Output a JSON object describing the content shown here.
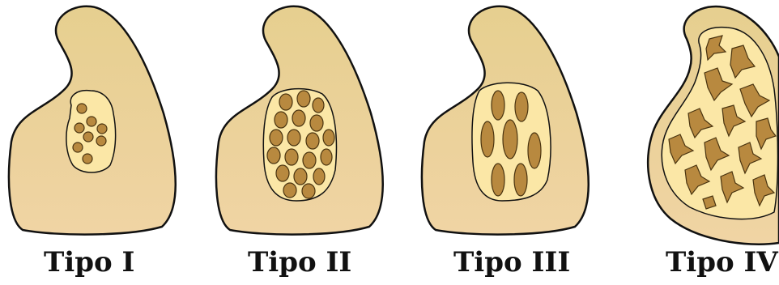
{
  "colors": {
    "background": "#ffffff",
    "outline": "#111111",
    "bone_top": "#e6cf8f",
    "bone_bottom": "#f0d4a4",
    "marrow": "#fbe7a6",
    "trabecula": "#b8893f",
    "trabecula_stroke": "#4a3410"
  },
  "panels": [
    {
      "label": "Tipo I"
    },
    {
      "label": "Tipo II"
    },
    {
      "label": "Tipo III"
    },
    {
      "label": "Tipo IV"
    }
  ]
}
